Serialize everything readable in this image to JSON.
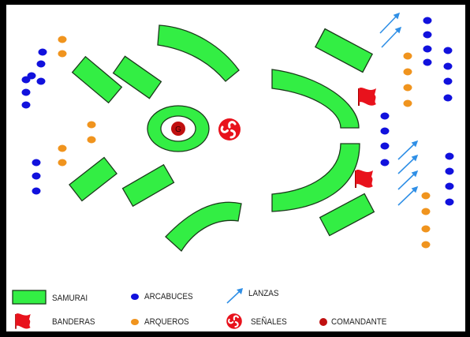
{
  "colors": {
    "samurai": "#33ee44",
    "samurai_stroke": "#1a3a1a",
    "arcabuces": "#1111dd",
    "arqueros": "#f0941e",
    "lanzas": "#2f8fe6",
    "banderas": "#e8121c",
    "senales": "#e8121c",
    "comandante": "#c01010"
  },
  "icons": {
    "samurai": "green-bar-icon",
    "arcabuces": "blue-dot-icon",
    "lanzas": "arrow-icon",
    "banderas": "flag-icon",
    "arqueros": "orange-dot-icon",
    "senales": "triskele-icon",
    "comandante": "red-dot-icon"
  },
  "legend": {
    "samurai": "SAMURAI",
    "arcabuces": "ARCABUCES",
    "lanzas": "LANZAS",
    "banderas": "BANDERAS",
    "arqueros": "ARQUEROS",
    "senales": "SEÑALES",
    "comandante": "COMANDANTE"
  },
  "diagram": {
    "commander_label": "G"
  }
}
